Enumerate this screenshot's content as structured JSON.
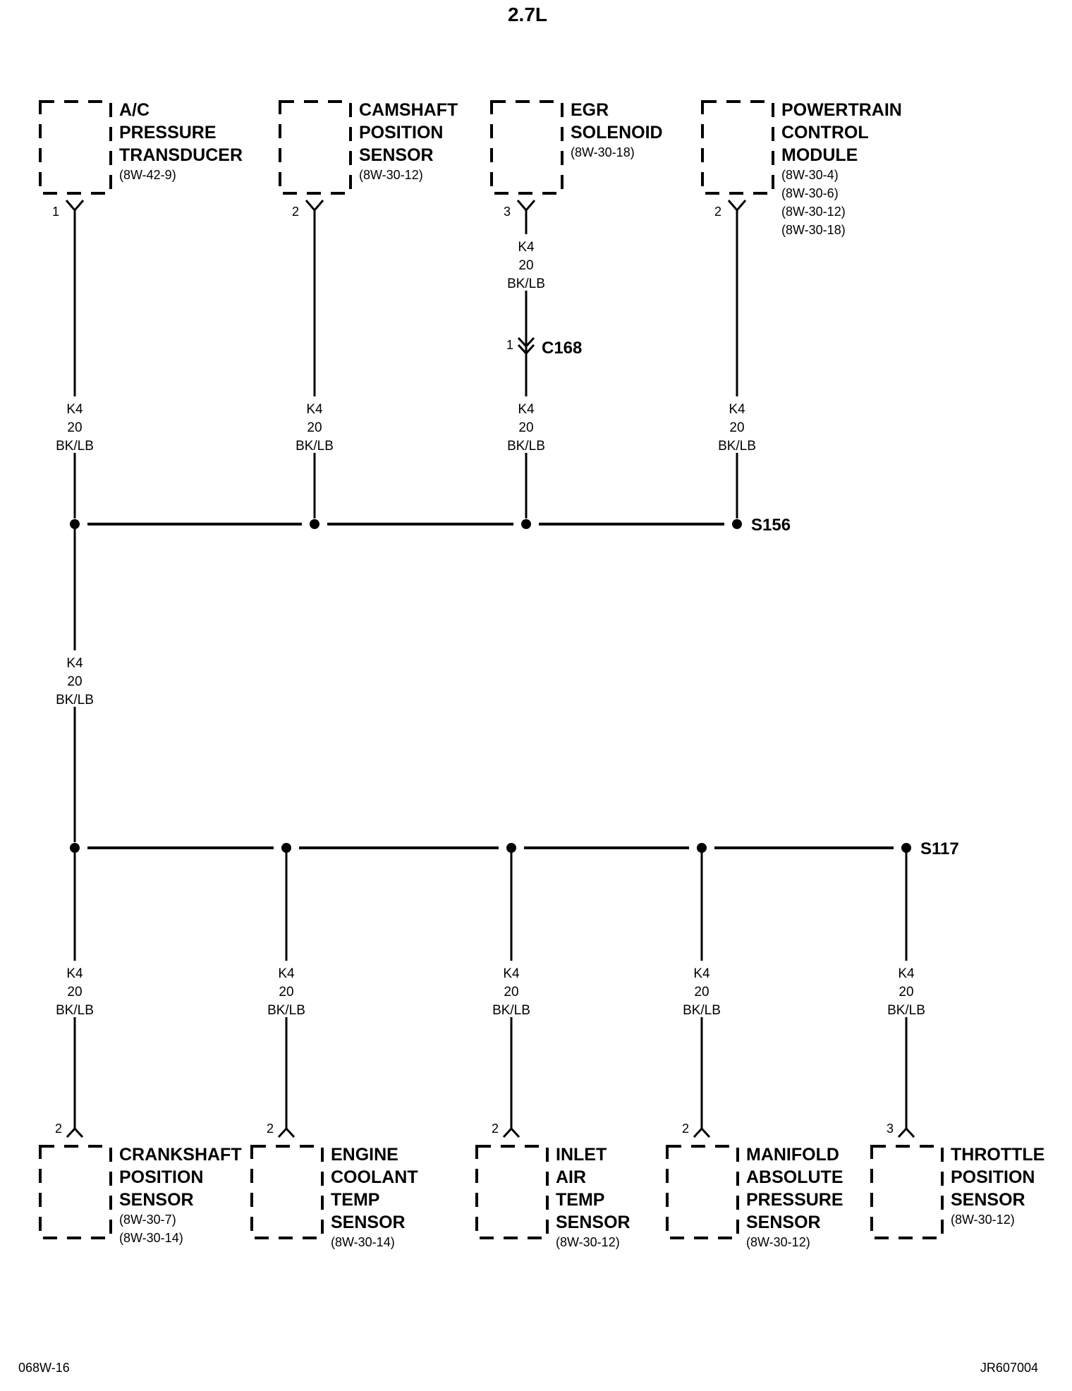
{
  "title": "2.7L",
  "footer": {
    "left": "068W-16",
    "right": "JR607004"
  },
  "wire_label": {
    "circuit": "K4",
    "gauge": "20",
    "color": "BK/LB"
  },
  "splices": {
    "upper": "S156",
    "lower": "S117"
  },
  "connector_c168": {
    "pin": "1",
    "name": "C168"
  },
  "top_components": [
    {
      "name": [
        "A/C",
        "PRESSURE",
        "TRANSDUCER"
      ],
      "refs": [
        "(8W-42-9)"
      ],
      "pin": "1"
    },
    {
      "name": [
        "CAMSHAFT",
        "POSITION",
        "SENSOR"
      ],
      "refs": [
        "(8W-30-12)"
      ],
      "pin": "2"
    },
    {
      "name": [
        "EGR",
        "SOLENOID"
      ],
      "refs": [
        "(8W-30-18)"
      ],
      "pin": "3"
    },
    {
      "name": [
        "POWERTRAIN",
        "CONTROL",
        "MODULE"
      ],
      "refs": [
        "(8W-30-4)",
        "(8W-30-6)",
        "(8W-30-12)",
        "(8W-30-18)"
      ],
      "pin": "2"
    }
  ],
  "bottom_components": [
    {
      "name": [
        "CRANKSHAFT",
        "POSITION",
        "SENSOR"
      ],
      "refs": [
        "(8W-30-7)",
        "(8W-30-14)"
      ],
      "pin": "2"
    },
    {
      "name": [
        "ENGINE",
        "COOLANT",
        "TEMP",
        "SENSOR"
      ],
      "refs": [
        "(8W-30-14)"
      ],
      "pin": "2"
    },
    {
      "name": [
        "INLET",
        "AIR",
        "TEMP",
        "SENSOR"
      ],
      "refs": [
        "(8W-30-12)"
      ],
      "pin": "2"
    },
    {
      "name": [
        "MANIFOLD",
        "ABSOLUTE",
        "PRESSURE",
        "SENSOR"
      ],
      "refs": [
        "(8W-30-12)"
      ],
      "pin": "2"
    },
    {
      "name": [
        "THROTTLE",
        "POSITION",
        "SENSOR"
      ],
      "refs": [
        "(8W-30-12)"
      ],
      "pin": "3"
    }
  ]
}
